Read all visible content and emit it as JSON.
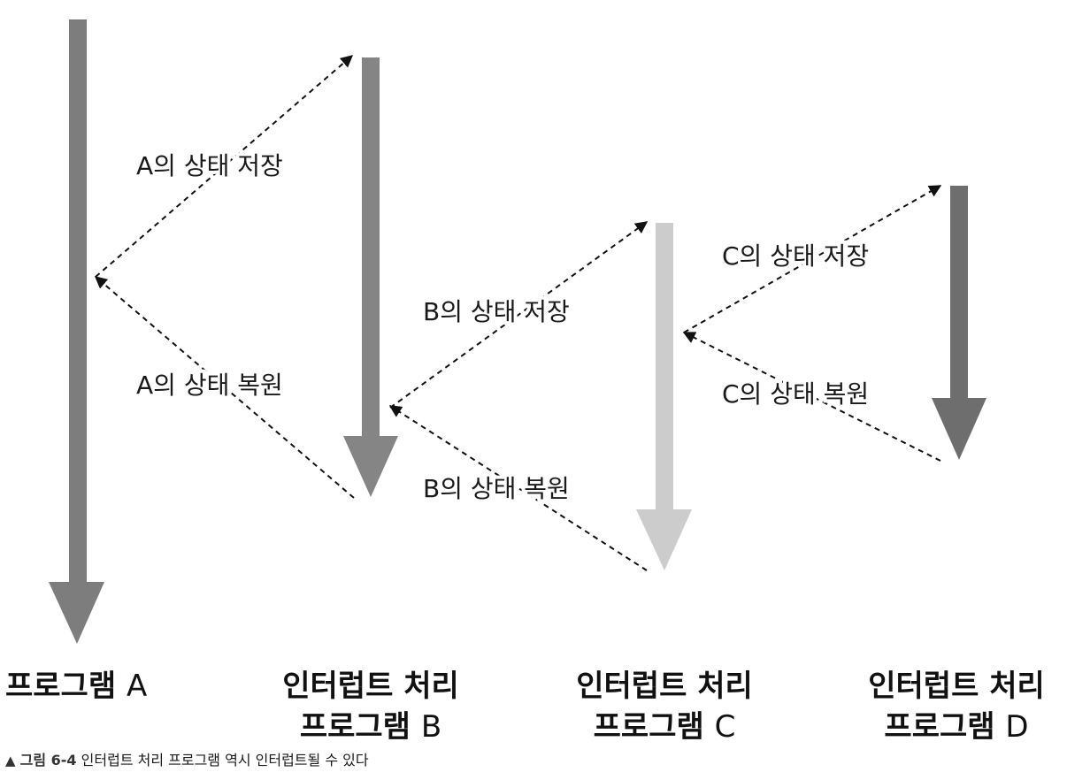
{
  "programs": [
    {
      "id": "a",
      "line1": "",
      "name": "프로그램",
      "letter": "A",
      "color": "#7d7d7d"
    },
    {
      "id": "b",
      "line1": "인터럽트 처리",
      "name": "프로그램",
      "letter": "B",
      "color": "#858585"
    },
    {
      "id": "c",
      "line1": "인터럽트 처리",
      "name": "프로그램",
      "letter": "C",
      "color": "#cccccc"
    },
    {
      "id": "d",
      "line1": "인터럽트 처리",
      "name": "프로그램",
      "letter": "D",
      "color": "#6e6e6e"
    }
  ],
  "transitions": {
    "a_save": "A의 상태 저장",
    "a_restore": "A의 상태 복원",
    "b_save": "B의 상태 저장",
    "b_restore": "B의 상태 복원",
    "c_save": "C의 상태 저장",
    "c_restore": "C의 상태 복원"
  },
  "caption": {
    "marker": "▲",
    "figure": "그림 6-4",
    "text": "인터럽트 처리 프로그램 역시 인터럽트될 수 있다"
  }
}
